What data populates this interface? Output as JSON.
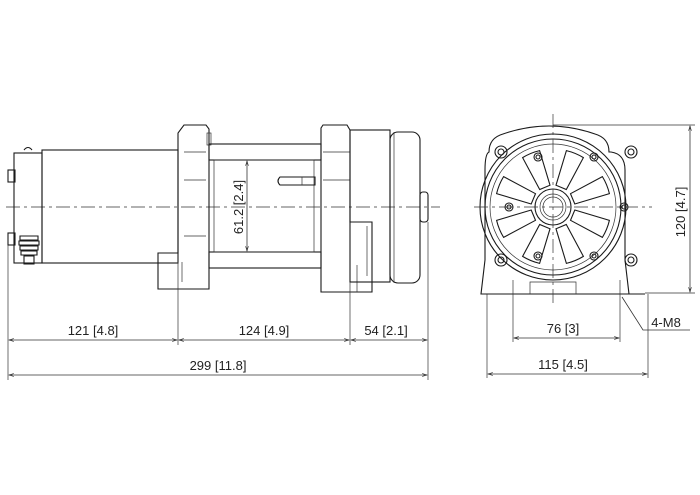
{
  "drawing": {
    "side_view": {
      "dim_motor": "121 [4.8]",
      "dim_drum": "124 [4.9]",
      "dim_gearbox": "54 [2.1]",
      "dim_overall_length": "299 [11.8]",
      "dim_drum_diameter": "61.2 [2.4]"
    },
    "front_view": {
      "dim_height": "120 [4.7]",
      "dim_bolt_spacing": "76 [3]",
      "dim_width": "115 [4.5]",
      "mount_bolts_label": "4-M8"
    }
  }
}
